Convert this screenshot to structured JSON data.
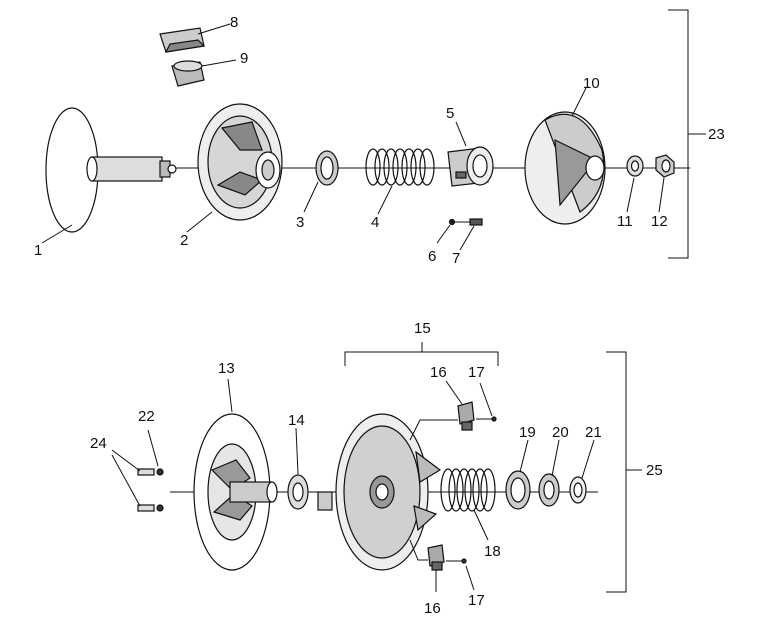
{
  "diagram": {
    "upper_assembly": {
      "labels": [
        "1",
        "2",
        "3",
        "4",
        "5",
        "6",
        "7",
        "8",
        "9",
        "10",
        "11",
        "12"
      ],
      "group_label": "23"
    },
    "lower_assembly": {
      "labels": [
        "13",
        "14",
        "16",
        "16",
        "17",
        "17",
        "18",
        "19",
        "20",
        "21",
        "22",
        "24"
      ],
      "subgroup_label": "15",
      "group_label": "25"
    }
  }
}
